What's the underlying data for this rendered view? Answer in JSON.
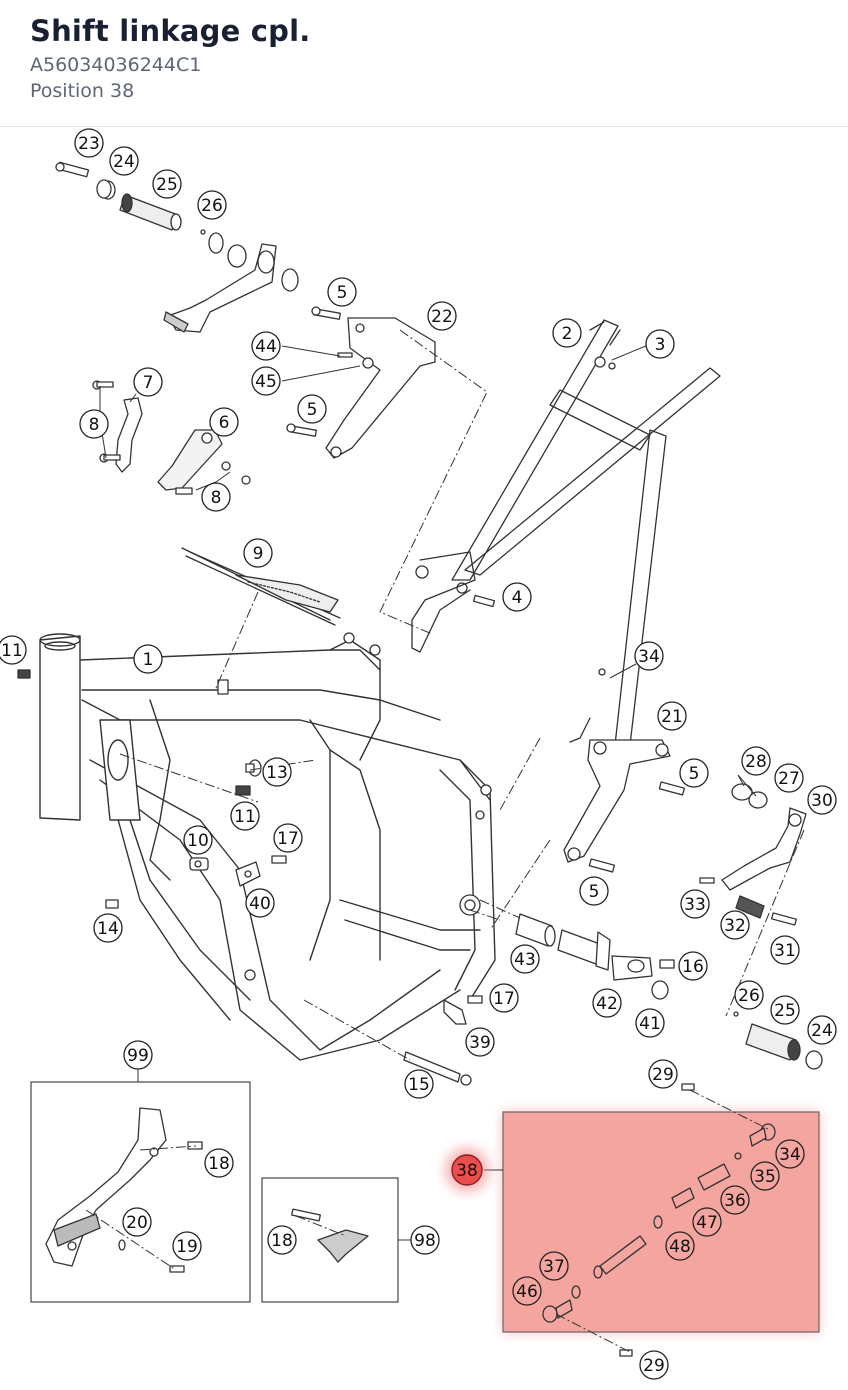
{
  "header": {
    "title": "Shift linkage cpl.",
    "part_number": "A56034036244C1",
    "position": "Position 38"
  },
  "highlight": {
    "color": "#f08080",
    "label": "38"
  },
  "callouts": [
    {
      "id": "c23",
      "label": "23"
    },
    {
      "id": "c24a",
      "label": "24"
    },
    {
      "id": "c25a",
      "label": "25"
    },
    {
      "id": "c26a",
      "label": "26"
    },
    {
      "id": "c5a",
      "label": "5"
    },
    {
      "id": "c22",
      "label": "22"
    },
    {
      "id": "c44",
      "label": "44"
    },
    {
      "id": "c45",
      "label": "45"
    },
    {
      "id": "c5b",
      "label": "5"
    },
    {
      "id": "c7",
      "label": "7"
    },
    {
      "id": "c8a",
      "label": "8"
    },
    {
      "id": "c6",
      "label": "6"
    },
    {
      "id": "c8b",
      "label": "8"
    },
    {
      "id": "c2",
      "label": "2"
    },
    {
      "id": "c3",
      "label": "3"
    },
    {
      "id": "c9",
      "label": "9"
    },
    {
      "id": "c4",
      "label": "4"
    },
    {
      "id": "c11a",
      "label": "11"
    },
    {
      "id": "c1",
      "label": "1"
    },
    {
      "id": "c34a",
      "label": "34"
    },
    {
      "id": "c21",
      "label": "21"
    },
    {
      "id": "c13",
      "label": "13"
    },
    {
      "id": "c5c",
      "label": "5"
    },
    {
      "id": "c28",
      "label": "28"
    },
    {
      "id": "c27",
      "label": "27"
    },
    {
      "id": "c30",
      "label": "30"
    },
    {
      "id": "c11b",
      "label": "11"
    },
    {
      "id": "c10",
      "label": "10"
    },
    {
      "id": "c17a",
      "label": "17"
    },
    {
      "id": "c5d",
      "label": "5"
    },
    {
      "id": "c33",
      "label": "33"
    },
    {
      "id": "c32",
      "label": "32"
    },
    {
      "id": "c31",
      "label": "31"
    },
    {
      "id": "c40",
      "label": "40"
    },
    {
      "id": "c14",
      "label": "14"
    },
    {
      "id": "c43",
      "label": "43"
    },
    {
      "id": "c16",
      "label": "16"
    },
    {
      "id": "c26b",
      "label": "26"
    },
    {
      "id": "c25b",
      "label": "25"
    },
    {
      "id": "c24b",
      "label": "24"
    },
    {
      "id": "c42",
      "label": "42"
    },
    {
      "id": "c41",
      "label": "41"
    },
    {
      "id": "c17b",
      "label": "17"
    },
    {
      "id": "c39",
      "label": "39"
    },
    {
      "id": "c15",
      "label": "15"
    },
    {
      "id": "c99",
      "label": "99"
    },
    {
      "id": "c29a",
      "label": "29"
    },
    {
      "id": "c18a",
      "label": "18"
    },
    {
      "id": "c20",
      "label": "20"
    },
    {
      "id": "c19",
      "label": "19"
    },
    {
      "id": "c18b",
      "label": "18"
    },
    {
      "id": "c98",
      "label": "98"
    },
    {
      "id": "c34b",
      "label": "34"
    },
    {
      "id": "c35",
      "label": "35"
    },
    {
      "id": "c36",
      "label": "36"
    },
    {
      "id": "c47",
      "label": "47"
    },
    {
      "id": "c48",
      "label": "48"
    },
    {
      "id": "c37",
      "label": "37"
    },
    {
      "id": "c46",
      "label": "46"
    },
    {
      "id": "c29b",
      "label": "29"
    }
  ]
}
